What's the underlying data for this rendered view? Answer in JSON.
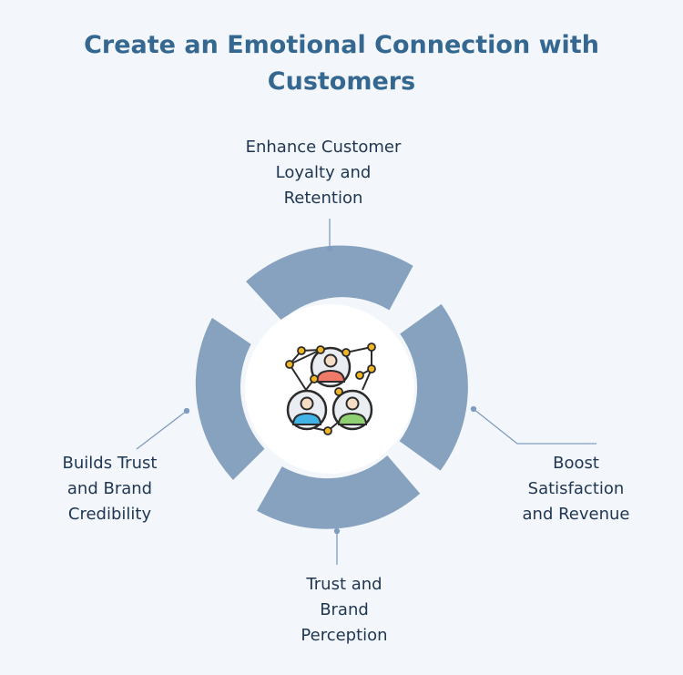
{
  "title": "Create an Emotional Connection with Customers",
  "labels": {
    "top": [
      "Enhance Customer",
      "Loyalty and",
      "Retention"
    ],
    "left": [
      "Builds Trust",
      "and Brand",
      "Credibility"
    ],
    "right": [
      "Boost",
      "Satisfaction",
      "and Revenue"
    ],
    "bottom": [
      "Trust and",
      "Brand",
      "Perception"
    ]
  },
  "center_icon": "customer-network-icon",
  "colors": {
    "title": "#356891",
    "label_text": "#1e3652",
    "ring_segment": "#87a2bf",
    "connector": "#7e9cc0",
    "background": "#f3f6fa"
  }
}
